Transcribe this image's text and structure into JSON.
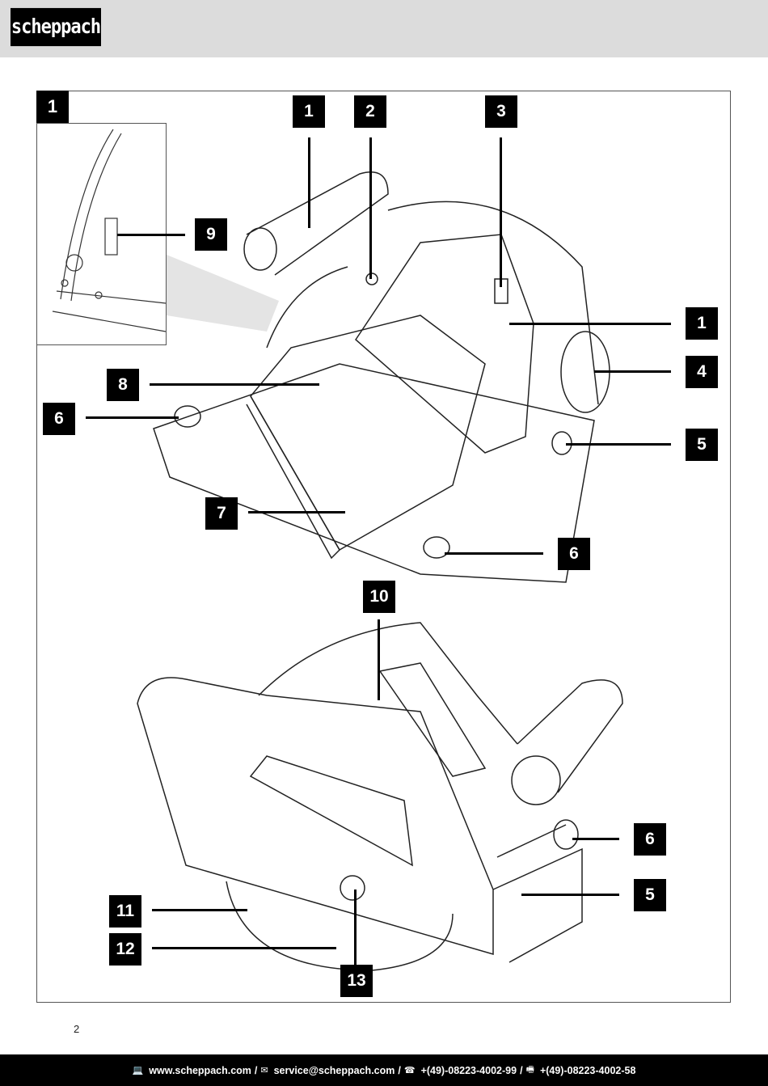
{
  "header": {
    "logo_text": "scheppach"
  },
  "figure": {
    "number": "1",
    "callouts_top": [
      "1",
      "2",
      "3",
      "1",
      "4",
      "5",
      "6",
      "7",
      "8",
      "6",
      "9"
    ],
    "callouts_bottom": [
      "10",
      "6",
      "5",
      "11",
      "12",
      "13"
    ]
  },
  "page_number": "2",
  "footer": {
    "web_icon": "computer-icon",
    "web": "www.scheppach.com",
    "mail_icon": "mail-icon",
    "email": "service@scheppach.com",
    "phone_icon": "phone-icon",
    "phone": "+(49)-08223-4002-99",
    "fax_icon": "fax-icon",
    "fax": "+(49)-08223-4002-58",
    "separator": "/"
  }
}
